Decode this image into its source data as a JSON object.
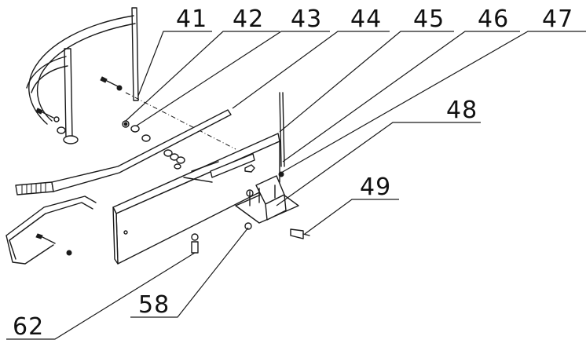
{
  "callouts": [
    {
      "id": "c41",
      "label": "41"
    },
    {
      "id": "c42",
      "label": "42"
    },
    {
      "id": "c43",
      "label": "43"
    },
    {
      "id": "c44",
      "label": "44"
    },
    {
      "id": "c45",
      "label": "45"
    },
    {
      "id": "c46",
      "label": "46"
    },
    {
      "id": "c47",
      "label": "47"
    },
    {
      "id": "c48",
      "label": "48"
    },
    {
      "id": "c49",
      "label": "49"
    },
    {
      "id": "c58",
      "label": "58"
    },
    {
      "id": "c62",
      "label": "62"
    }
  ]
}
